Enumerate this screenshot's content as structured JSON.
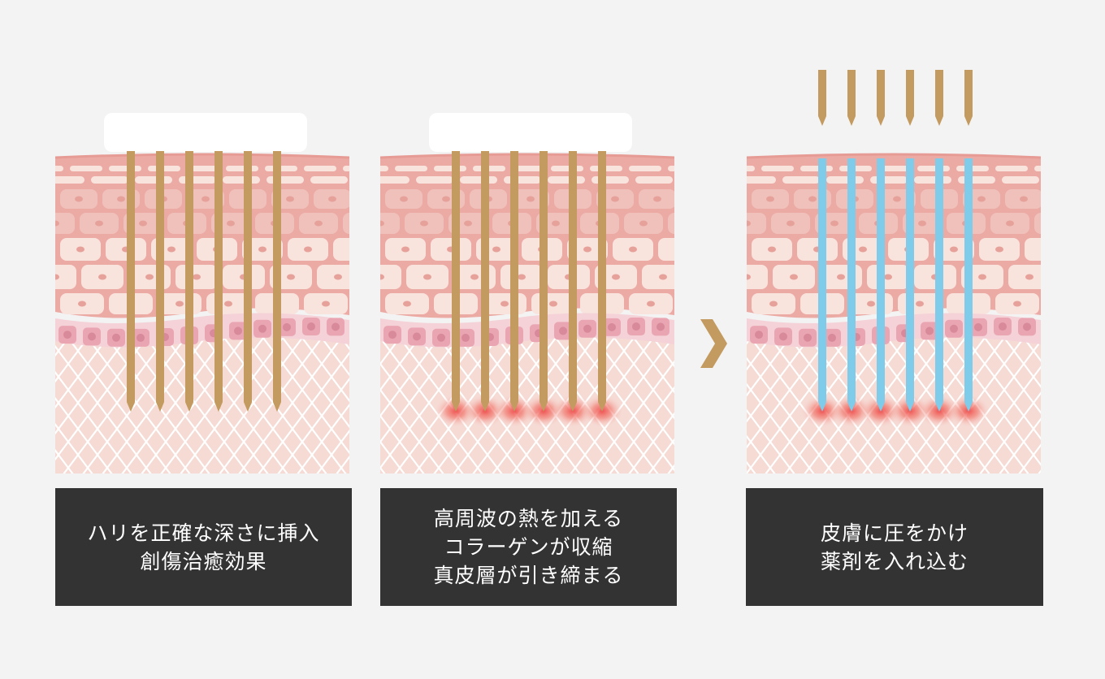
{
  "colors": {
    "background": "#f3f3f3",
    "caption_bg": "#333333",
    "caption_text": "#ffffff",
    "needle_gold": "#c39a5f",
    "needle_blue": "#7fcbea",
    "arrow_gold": "#c39a5f",
    "skin_outer": "#ecaaa4",
    "skin_cell": "#f9e3dd",
    "skin_cell_dark": "#f0c1bb",
    "skin_nucleus": "#e6a29a",
    "dermis_bg": "#f6dad4",
    "dermis_net": "#ffffff",
    "base_cell": "#e9a6b2",
    "heat_glow": "#ef4a4a"
  },
  "icons": {
    "arrow": "chevron-right-icon"
  },
  "panels": [
    {
      "id": "insert",
      "needle_type": "gold-attached",
      "heat": false,
      "caption_lines": [
        "ハリを正確な深さに挿入",
        "創傷治癒効果"
      ]
    },
    {
      "id": "radiofrequency",
      "needle_type": "gold-attached",
      "heat": true,
      "caption_lines": [
        "高周波の熱を加える",
        "コラーゲンが収縮",
        "真皮層が引き締まる"
      ]
    },
    {
      "id": "infuse",
      "needle_type": "blue-channels",
      "heat": true,
      "caption_lines": [
        "皮膚に圧をかけ",
        "薬剤を入れ込む"
      ]
    }
  ]
}
